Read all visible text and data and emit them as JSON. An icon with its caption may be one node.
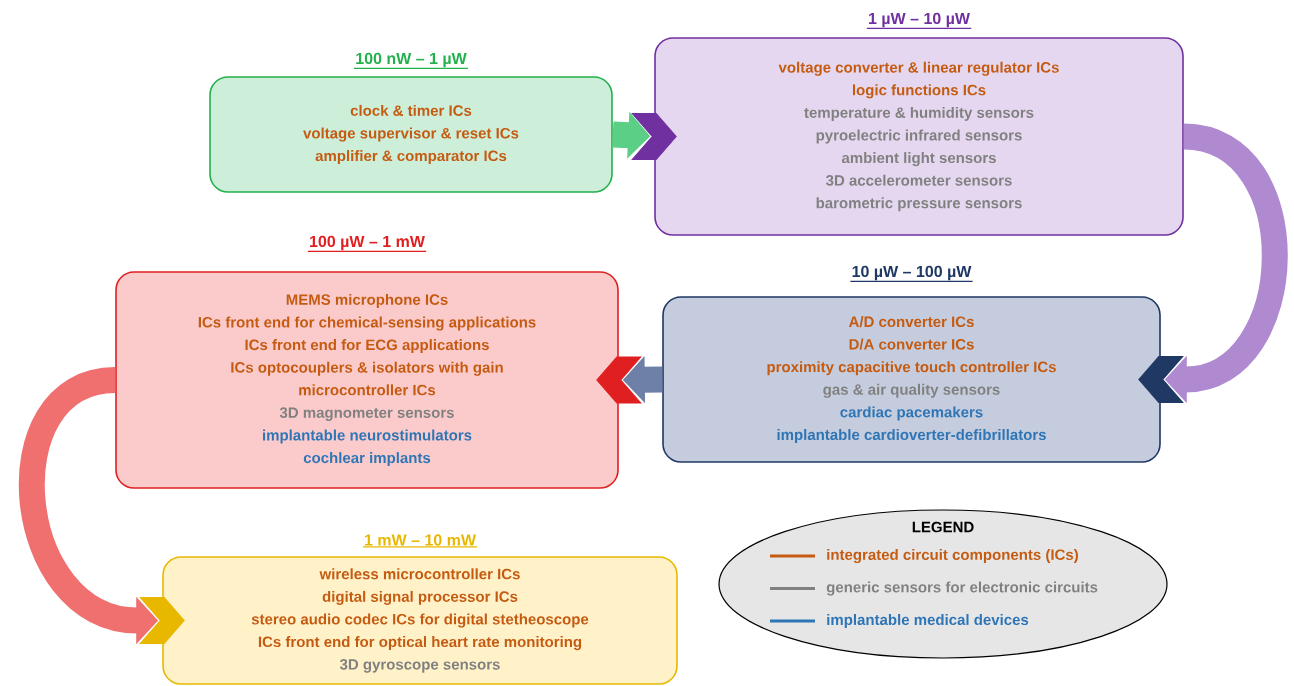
{
  "diagram": {
    "nodes": [
      {
        "text": [
          "100 nW – 1 µW",
          "clock & timer ICs",
          "voltage supervisor & reset ICs",
          "amplifier & comparator ICs"
        ]
      },
      {
        "text": [
          "1 µW – 10 µW",
          "voltage converter & linear regulator ICs",
          "logic functions ICs",
          "temperature & humidity sensors",
          "pyroelectric infrared sensors",
          "ambient light sensors",
          "3D accelerometer sensors",
          "barometric pressure sensors"
        ]
      },
      {
        "text": [
          "10 µW – 100 µW",
          "A/D converter ICs",
          "D/A converter ICs",
          "proximity capacitive touch controller ICs",
          "gas & air quality sensors",
          "cardiac pacemakers",
          "implantable cardioverter-defibrillators"
        ]
      },
      {
        "text": [
          "100 µW – 1 mW",
          "MEMS microphone ICs",
          "ICs front end for chemical-sensing applications",
          "ICs front end for ECG applications",
          "ICs optocouplers & isolators with gain",
          "microcontroller ICs",
          "3D magnometer sensors",
          "implantable neurostimulators",
          "cochlear implants"
        ]
      },
      {
        "text": [
          "1 mW – 10 mW",
          "wireless microcontroller ICs",
          "digital signal processor ICs",
          "stereo audio codec ICs for digital stetheoscope",
          "ICs front end for optical heart rate monitoring",
          "3D gyroscope sensors"
        ]
      }
    ],
    "edges": [
      {
        "from": 0,
        "to": 1,
        "arrow": "to",
        "color": "#5ccf86"
      },
      {
        "from": 1,
        "to": 2,
        "arrow": "to",
        "color": "#b08ad0"
      },
      {
        "from": 2,
        "to": 3,
        "arrow": "to",
        "color": "#6f80a8"
      },
      {
        "from": 3,
        "to": 4,
        "arrow": "to",
        "color": "#f07070"
      }
    ],
    "labels": [
      "LEGEND"
    ],
    "legend": [
      {
        "text": "integrated circuit components (ICs)",
        "color": "#c55a11"
      },
      {
        "text": "generic sensors for electronic circuits",
        "color": "#808080"
      },
      {
        "text": "implantable medical devices",
        "color": "#2e75b6"
      }
    ]
  }
}
